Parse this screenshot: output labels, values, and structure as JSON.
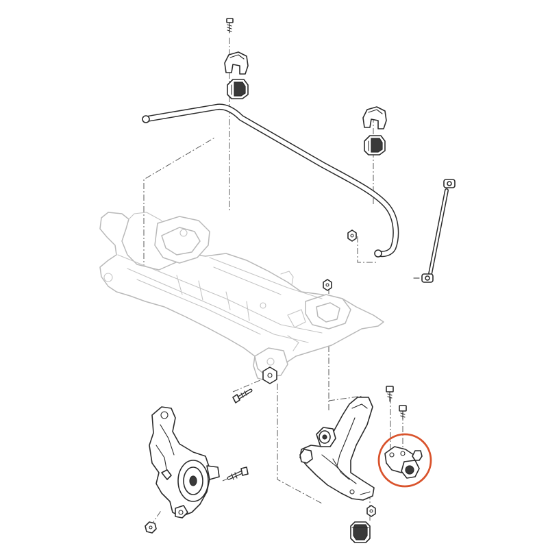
{
  "diagram": {
    "type": "exploded parts view",
    "parts": [
      "stabilizer-bar",
      "stabilizer-bushing",
      "stabilizer-bracket",
      "stabilizer-link",
      "subframe",
      "lower-control-arm",
      "control-arm-bushing",
      "ball-joint",
      "steering-knuckle",
      "bolt",
      "nut"
    ],
    "highlight": {
      "target": "ball-joint",
      "shape": "circle",
      "color": "#d9532c"
    }
  }
}
